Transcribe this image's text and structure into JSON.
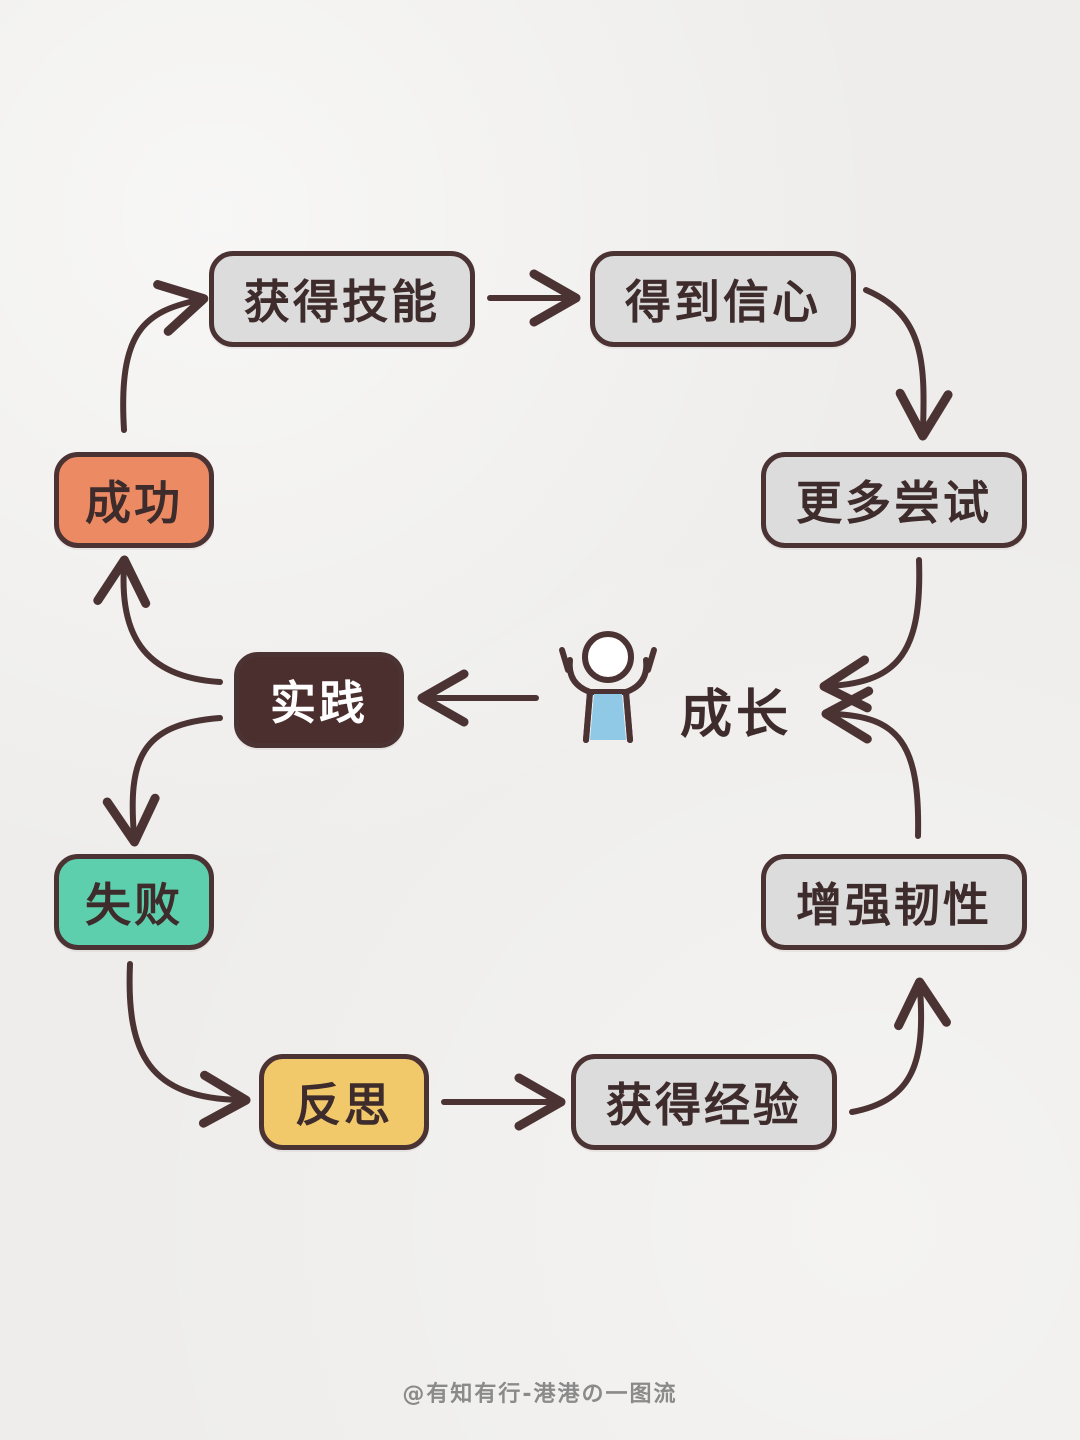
{
  "nodes": {
    "skills": "获得技能",
    "confidence": "得到信心",
    "more_tries": "更多尝试",
    "success": "成功",
    "practice": "实践",
    "failure": "失败",
    "reflect": "反思",
    "experience": "获得经验",
    "resilience": "增强韧性"
  },
  "center": {
    "label": "成长"
  },
  "footer": "@有知有行-港港の一图流",
  "colors": {
    "stroke": "#4b3333",
    "gray_box": "#dcdcdc",
    "success_box": "#ec8a63",
    "failure_box": "#5ecfad",
    "reflect_box": "#f1c96b",
    "practice_box": "#4a2f2e",
    "person_body": "#8fc9e6"
  }
}
